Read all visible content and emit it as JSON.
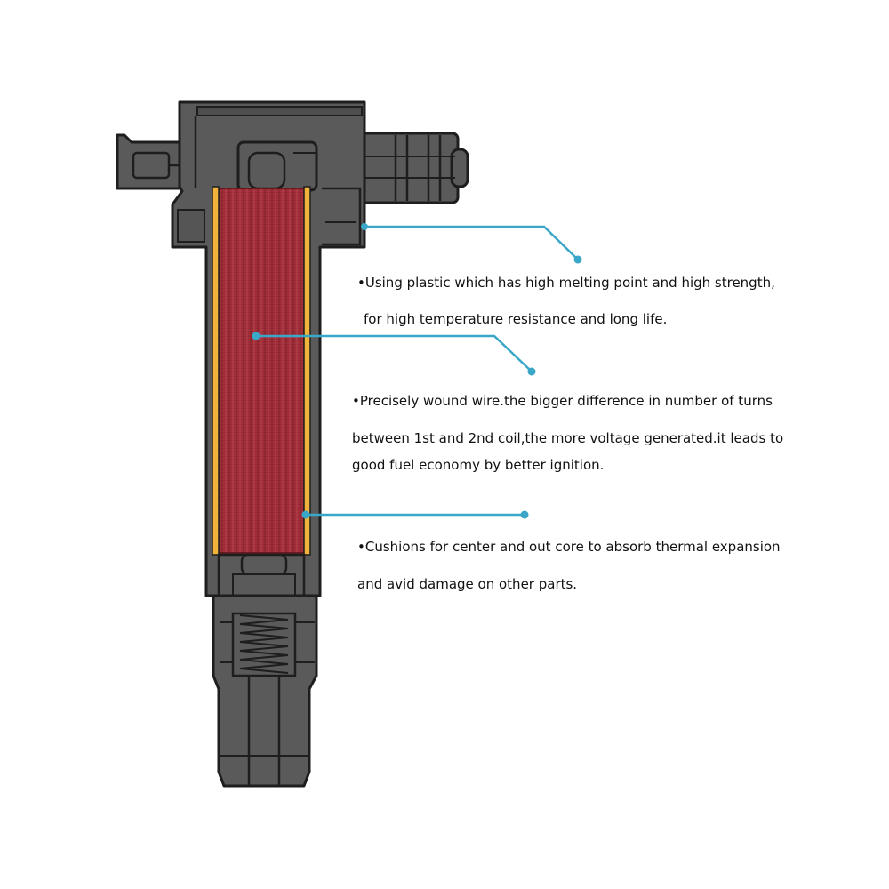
{
  "colors": {
    "body_fill": "#5a5a5a",
    "outline": "#1e1e1e",
    "winding": "#9b2a35",
    "cushion": "#f2b33c",
    "leader": "#3aa7c8",
    "text": "#111111"
  },
  "callouts": [
    {
      "id": "plastic",
      "lines": [
        "•Using plastic which has high melting point and high strength,",
        "for high temperature resistance and long life."
      ]
    },
    {
      "id": "winding",
      "lines": [
        "•Precisely wound wire.the bigger difference in number of turns",
        "between 1st and 2nd coil,the more voltage generated.it leads to",
        "good fuel economy by better ignition."
      ]
    },
    {
      "id": "cushion",
      "lines": [
        "•Cushions for center and out core to absorb thermal expansion",
        "and avid damage on other parts."
      ]
    }
  ]
}
